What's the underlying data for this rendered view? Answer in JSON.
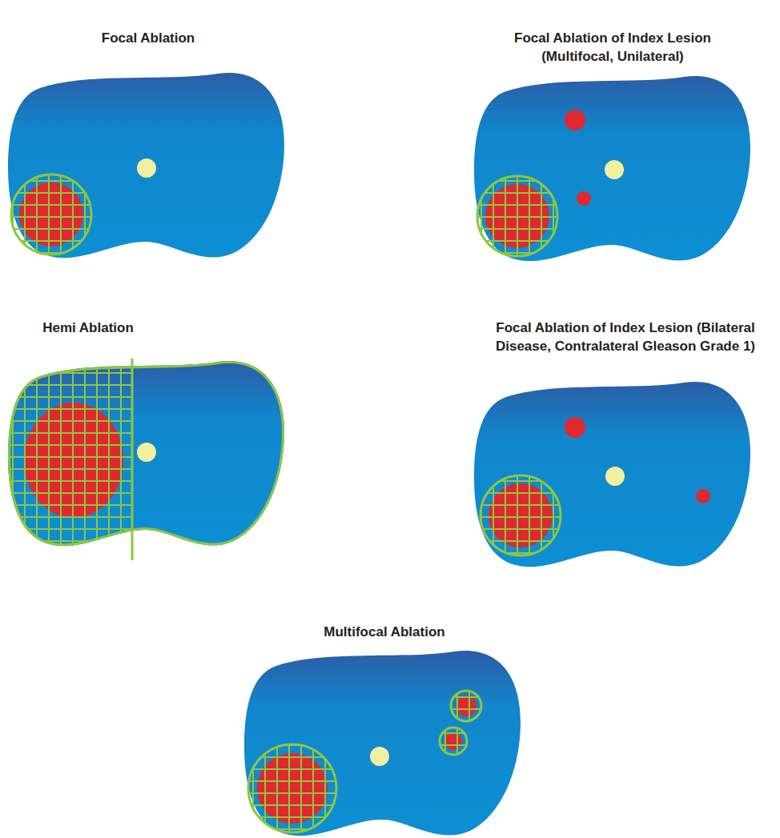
{
  "diagram": {
    "labels": [
      "Focal Ablation",
      "Focal Ablation of Index Lesion (Multifocal, Unilateral)",
      "Hemi Ablation",
      "Focal Ablation of Index Lesion (Bilateral Disease, Contralateral Gleason Grade 1)",
      "Multifocal Ablation"
    ]
  }
}
